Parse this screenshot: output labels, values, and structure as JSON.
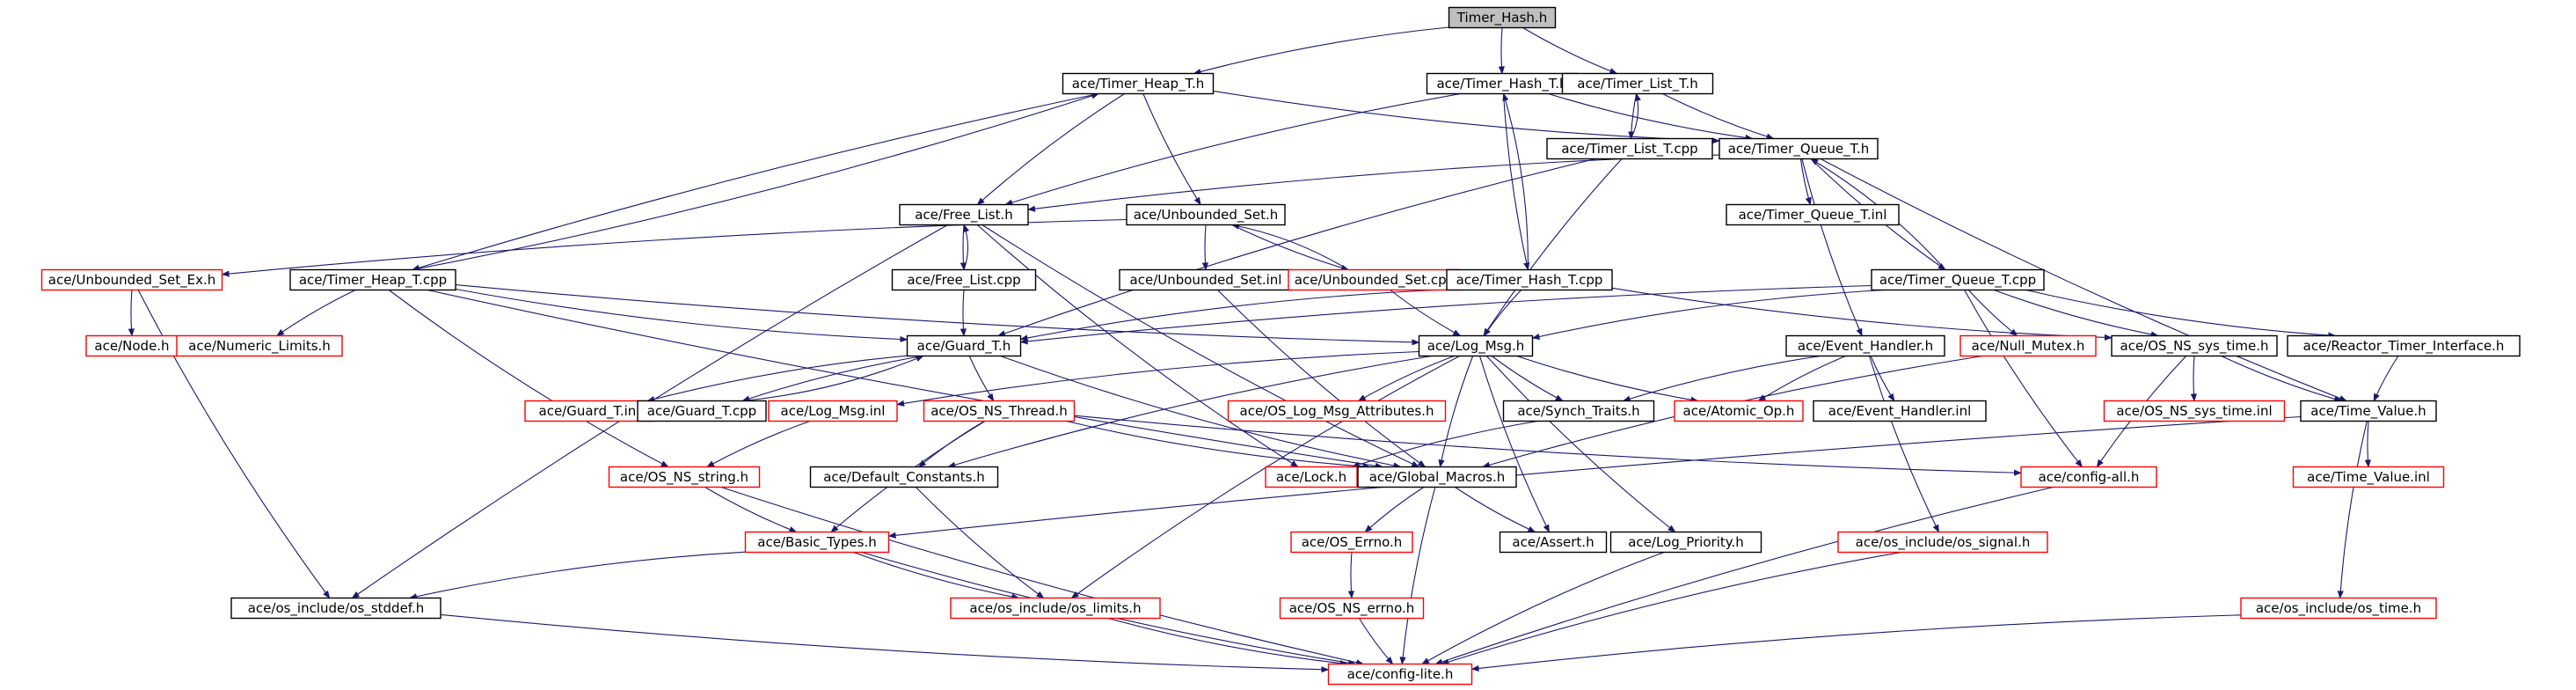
{
  "colors": {
    "edge": "#191970",
    "border_normal": "#000000",
    "border_red": "#ff0000",
    "root_fill": "#bfbfbf",
    "fill": "#ffffff"
  },
  "nodes": [
    {
      "id": "n0",
      "label": "Timer_Hash.h",
      "root": true
    },
    {
      "id": "n1",
      "label": "ace/Timer_Heap_T.h"
    },
    {
      "id": "n2",
      "label": "ace/Timer_Hash_T.h"
    },
    {
      "id": "n3",
      "label": "ace/Timer_List_T.h"
    },
    {
      "id": "n4",
      "label": "ace/Timer_List_T.cpp"
    },
    {
      "id": "n5",
      "label": "ace/Timer_Queue_T.h"
    },
    {
      "id": "n6",
      "label": "ace/Free_List.h"
    },
    {
      "id": "n7",
      "label": "ace/Unbounded_Set.h"
    },
    {
      "id": "n8",
      "label": "ace/Timer_Queue_T.inl"
    },
    {
      "id": "n9",
      "label": "ace/Unbounded_Set_Ex.h",
      "red": true
    },
    {
      "id": "n10",
      "label": "ace/Timer_Heap_T.cpp"
    },
    {
      "id": "n11",
      "label": "ace/Free_List.cpp"
    },
    {
      "id": "n12",
      "label": "ace/Unbounded_Set.inl"
    },
    {
      "id": "n13",
      "label": "ace/Unbounded_Set.cpp",
      "red": true
    },
    {
      "id": "n14",
      "label": "ace/Timer_Hash_T.cpp"
    },
    {
      "id": "n15",
      "label": "ace/Timer_Queue_T.cpp"
    },
    {
      "id": "n16",
      "label": "ace/Node.h",
      "red": true
    },
    {
      "id": "n17",
      "label": "ace/Numeric_Limits.h",
      "red": true
    },
    {
      "id": "n18",
      "label": "ace/Guard_T.h"
    },
    {
      "id": "n19",
      "label": "ace/Log_Msg.h"
    },
    {
      "id": "n20",
      "label": "ace/Event_Handler.h"
    },
    {
      "id": "n21",
      "label": "ace/Null_Mutex.h",
      "red": true
    },
    {
      "id": "n22",
      "label": "ace/OS_NS_sys_time.h"
    },
    {
      "id": "n23",
      "label": "ace/Reactor_Timer_Interface.h"
    },
    {
      "id": "n24",
      "label": "ace/Guard_T.inl",
      "red": true
    },
    {
      "id": "n25",
      "label": "ace/Guard_T.cpp"
    },
    {
      "id": "n26",
      "label": "ace/Log_Msg.inl",
      "red": true
    },
    {
      "id": "n27",
      "label": "ace/OS_NS_Thread.h",
      "red": true
    },
    {
      "id": "n28",
      "label": "ace/OS_Log_Msg_Attributes.h",
      "red": true
    },
    {
      "id": "n29",
      "label": "ace/Synch_Traits.h"
    },
    {
      "id": "n30",
      "label": "ace/Atomic_Op.h",
      "red": true
    },
    {
      "id": "n31",
      "label": "ace/Event_Handler.inl"
    },
    {
      "id": "n32",
      "label": "ace/OS_NS_sys_time.inl",
      "red": true
    },
    {
      "id": "n33",
      "label": "ace/Time_Value.h"
    },
    {
      "id": "n34",
      "label": "ace/OS_NS_string.h",
      "red": true
    },
    {
      "id": "n35",
      "label": "ace/Default_Constants.h"
    },
    {
      "id": "n36",
      "label": "ace/Lock.h",
      "red": true
    },
    {
      "id": "n37",
      "label": "ace/Global_Macros.h"
    },
    {
      "id": "n38",
      "label": "ace/config-all.h",
      "red": true
    },
    {
      "id": "n39",
      "label": "ace/Time_Value.inl",
      "red": true
    },
    {
      "id": "n40",
      "label": "ace/Basic_Types.h",
      "red": true
    },
    {
      "id": "n41",
      "label": "ace/OS_Errno.h",
      "red": true
    },
    {
      "id": "n42",
      "label": "ace/Assert.h"
    },
    {
      "id": "n43",
      "label": "ace/Log_Priority.h"
    },
    {
      "id": "n44",
      "label": "ace/os_include/os_signal.h",
      "red": true
    },
    {
      "id": "n45",
      "label": "ace/os_include/os_stddef.h"
    },
    {
      "id": "n46",
      "label": "ace/os_include/os_limits.h",
      "red": true
    },
    {
      "id": "n47",
      "label": "ace/OS_NS_errno.h",
      "red": true
    },
    {
      "id": "n48",
      "label": "ace/os_include/os_time.h",
      "red": true
    },
    {
      "id": "n49",
      "label": "ace/config-lite.h",
      "red": true
    }
  ],
  "edges": [
    [
      "n0",
      "n1"
    ],
    [
      "n0",
      "n2"
    ],
    [
      "n0",
      "n3"
    ],
    [
      "n1",
      "n5"
    ],
    [
      "n1",
      "n6"
    ],
    [
      "n1",
      "n7"
    ],
    [
      "n1",
      "n10"
    ],
    [
      "n2",
      "n5"
    ],
    [
      "n2",
      "n6"
    ],
    [
      "n2",
      "n14"
    ],
    [
      "n3",
      "n5"
    ],
    [
      "n3",
      "n4"
    ],
    [
      "n4",
      "n3"
    ],
    [
      "n4",
      "n18"
    ],
    [
      "n4",
      "n19"
    ],
    [
      "n5",
      "n6"
    ],
    [
      "n5",
      "n8"
    ],
    [
      "n5",
      "n15"
    ],
    [
      "n5",
      "n20"
    ],
    [
      "n5",
      "n33"
    ],
    [
      "n6",
      "n11"
    ],
    [
      "n6",
      "n37"
    ],
    [
      "n6",
      "n45"
    ],
    [
      "n6",
      "n36"
    ],
    [
      "n7",
      "n9"
    ],
    [
      "n7",
      "n12"
    ],
    [
      "n7",
      "n13"
    ],
    [
      "n9",
      "n16"
    ],
    [
      "n9",
      "n45"
    ],
    [
      "n10",
      "n1"
    ],
    [
      "n10",
      "n17"
    ],
    [
      "n10",
      "n18"
    ],
    [
      "n10",
      "n19"
    ],
    [
      "n10",
      "n34"
    ],
    [
      "n10",
      "n37"
    ],
    [
      "n11",
      "n6"
    ],
    [
      "n11",
      "n18"
    ],
    [
      "n12",
      "n37"
    ],
    [
      "n13",
      "n7"
    ],
    [
      "n13",
      "n19"
    ],
    [
      "n14",
      "n2"
    ],
    [
      "n14",
      "n18"
    ],
    [
      "n14",
      "n19"
    ],
    [
      "n14",
      "n22"
    ],
    [
      "n15",
      "n5"
    ],
    [
      "n15",
      "n18"
    ],
    [
      "n15",
      "n19"
    ],
    [
      "n15",
      "n21"
    ],
    [
      "n15",
      "n22"
    ],
    [
      "n15",
      "n23"
    ],
    [
      "n15",
      "n38"
    ],
    [
      "n18",
      "n24"
    ],
    [
      "n18",
      "n25"
    ],
    [
      "n18",
      "n27"
    ],
    [
      "n18",
      "n37"
    ],
    [
      "n19",
      "n26"
    ],
    [
      "n19",
      "n28"
    ],
    [
      "n19",
      "n29"
    ],
    [
      "n19",
      "n30"
    ],
    [
      "n19",
      "n37"
    ],
    [
      "n19",
      "n42"
    ],
    [
      "n19",
      "n43"
    ],
    [
      "n19",
      "n35"
    ],
    [
      "n19",
      "n46"
    ],
    [
      "n20",
      "n29"
    ],
    [
      "n20",
      "n30"
    ],
    [
      "n20",
      "n31"
    ],
    [
      "n20",
      "n44"
    ],
    [
      "n21",
      "n37"
    ],
    [
      "n22",
      "n32"
    ],
    [
      "n22",
      "n33"
    ],
    [
      "n22",
      "n38"
    ],
    [
      "n23",
      "n33"
    ],
    [
      "n25",
      "n18"
    ],
    [
      "n26",
      "n34"
    ],
    [
      "n27",
      "n35"
    ],
    [
      "n27",
      "n37"
    ],
    [
      "n27",
      "n40"
    ],
    [
      "n27",
      "n38"
    ],
    [
      "n29",
      "n36"
    ],
    [
      "n33",
      "n39"
    ],
    [
      "n33",
      "n40"
    ],
    [
      "n33",
      "n48"
    ],
    [
      "n34",
      "n40"
    ],
    [
      "n34",
      "n49"
    ],
    [
      "n35",
      "n46"
    ],
    [
      "n37",
      "n41"
    ],
    [
      "n37",
      "n42"
    ],
    [
      "n37",
      "n49"
    ],
    [
      "n38",
      "n49"
    ],
    [
      "n40",
      "n45"
    ],
    [
      "n40",
      "n46"
    ],
    [
      "n40",
      "n49"
    ],
    [
      "n41",
      "n47"
    ],
    [
      "n43",
      "n49"
    ],
    [
      "n44",
      "n49"
    ],
    [
      "n45",
      "n49"
    ],
    [
      "n46",
      "n49"
    ],
    [
      "n47",
      "n49"
    ],
    [
      "n48",
      "n49"
    ]
  ]
}
